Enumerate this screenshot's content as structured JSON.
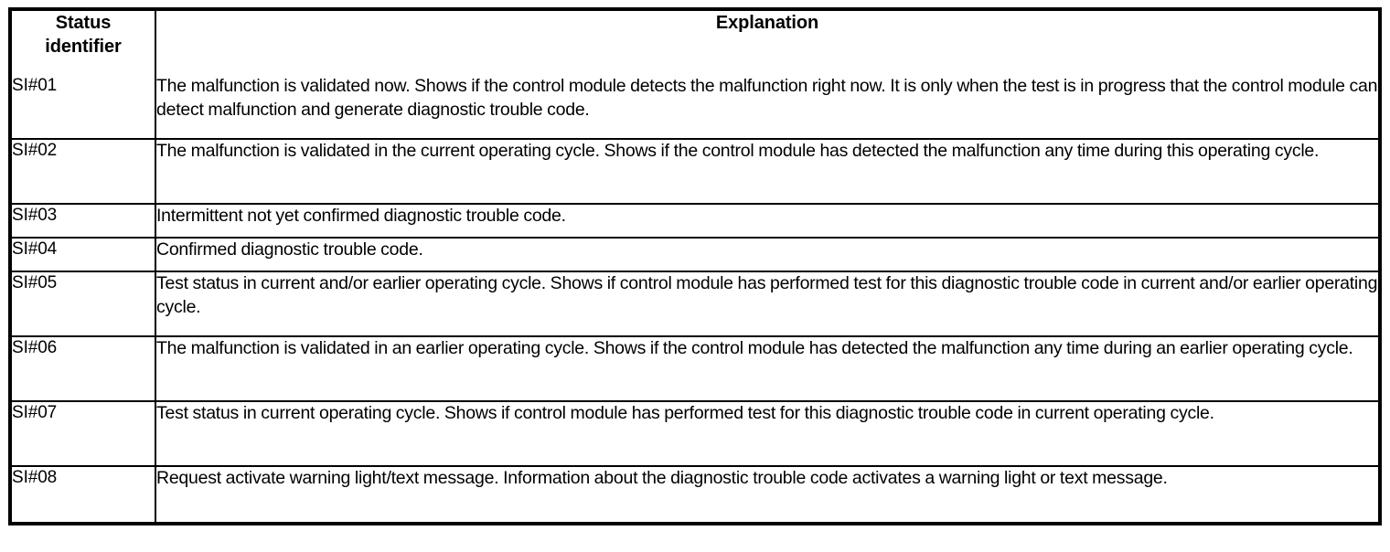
{
  "table": {
    "headers": {
      "status_identifier": "Status\nidentifier",
      "explanation": "Explanation"
    },
    "rows": [
      {
        "id": "SI#01",
        "explanation": "The malfunction is validated now. Shows if the control module detects the malfunction right now. It is only when the test is in progress that the control module can detect malfunction and generate diagnostic trouble code."
      },
      {
        "id": "SI#02",
        "explanation": "The malfunction is validated in the current operating cycle. Shows if the control module has detected the malfunction any time during this operating cycle."
      },
      {
        "id": "SI#03",
        "explanation": "Intermittent not yet confirmed diagnostic trouble code."
      },
      {
        "id": "SI#04",
        "explanation": "Confirmed diagnostic trouble code."
      },
      {
        "id": "SI#05",
        "explanation": "Test status in current and/or earlier operating cycle. Shows if control module has performed test for this diagnostic trouble code in current and/or earlier operating cycle."
      },
      {
        "id": "SI#06",
        "explanation": "The malfunction is validated in an earlier operating cycle. Shows if the control module has detected the malfunction any time during an earlier operating cycle."
      },
      {
        "id": "SI#07",
        "explanation": "Test status in current operating cycle. Shows if control module has performed test for this diagnostic trouble code in current operating cycle."
      },
      {
        "id": "SI#08",
        "explanation": "Request activate warning light/text message. Information about the diagnostic trouble code activates a warning light or text message."
      }
    ]
  }
}
